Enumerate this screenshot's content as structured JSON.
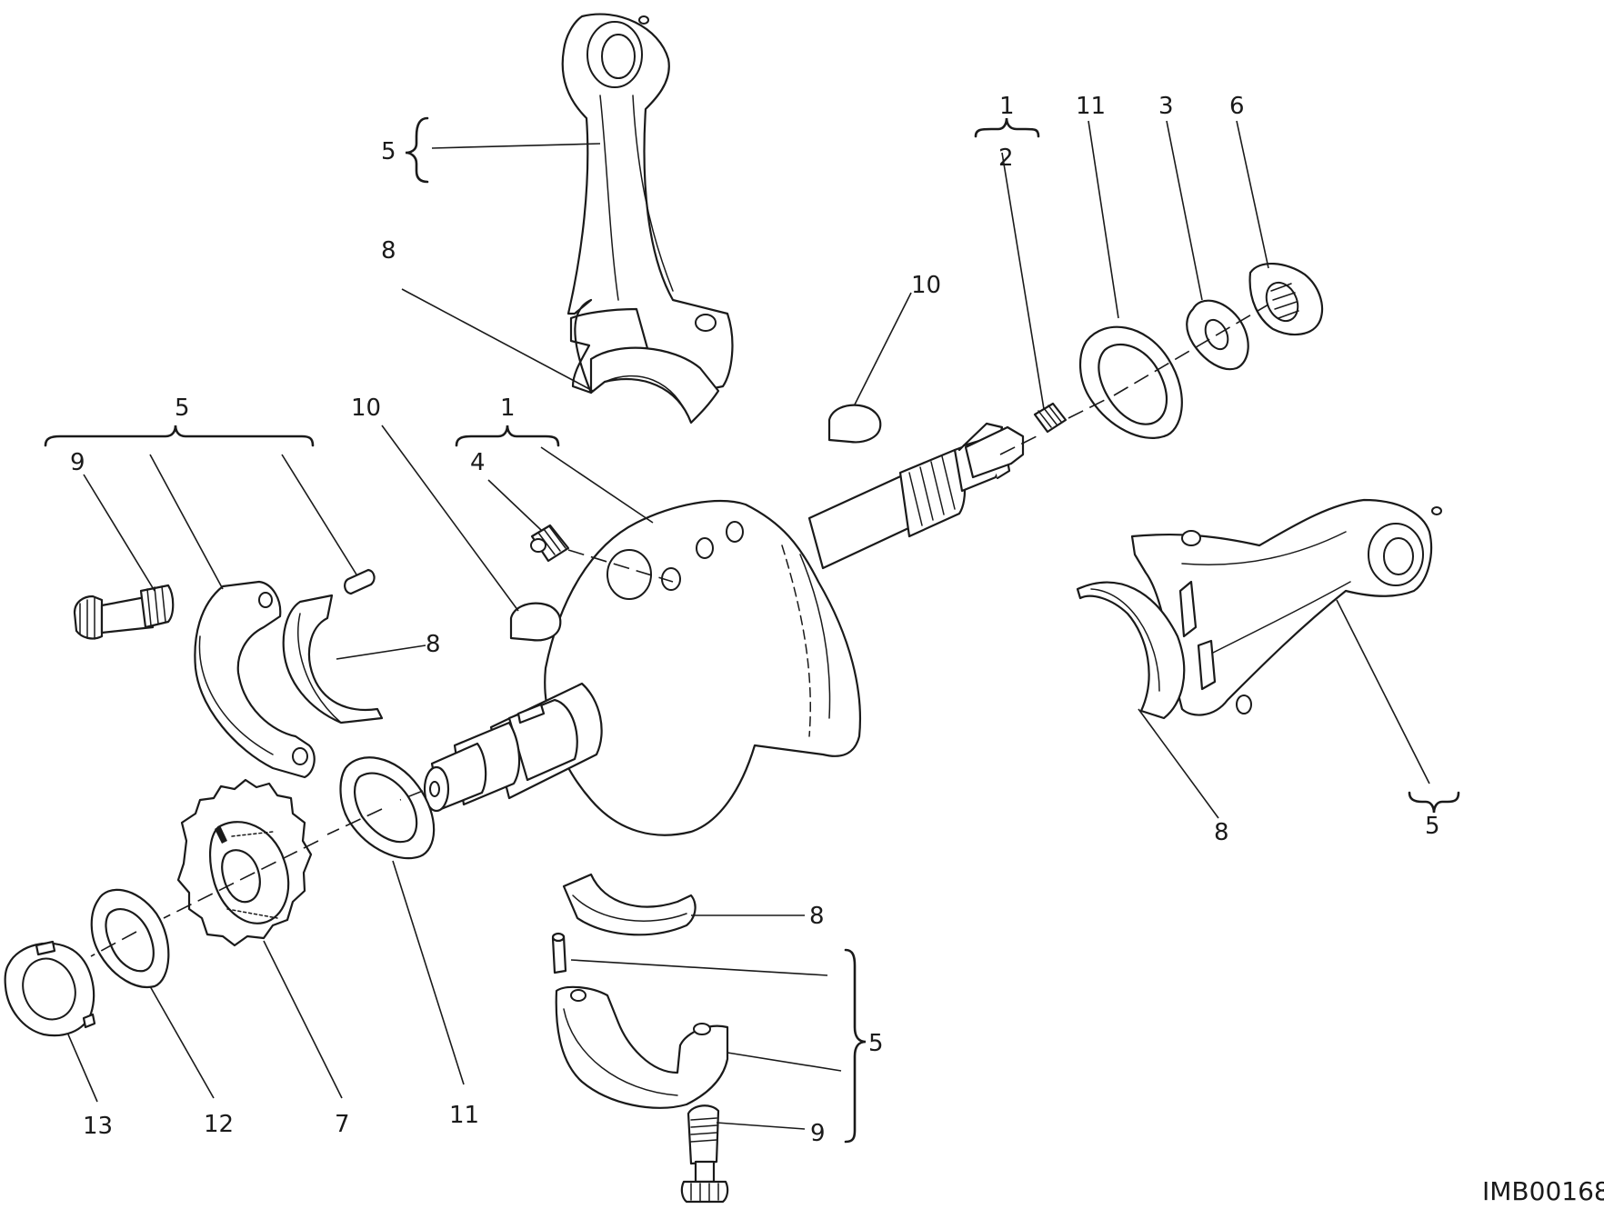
{
  "drawing_code": "IMB00168",
  "callouts": {
    "conrod_top_5": "5",
    "conrod_top_8": "8",
    "key_right_10": "10",
    "group_right_1": "1",
    "plug_right_2": "2",
    "washer_right_11": "11",
    "washer_right_3": "3",
    "nut_right_6": "6",
    "group_left_5": "5",
    "bolt_left_9": "9",
    "key_left_10": "10",
    "group_mid_1": "1",
    "plug_mid_4": "4",
    "shell_left_8": "8",
    "shell_right_8": "8",
    "conrod_right_5": "5",
    "shell_bottom_8": "8",
    "group_bottom_5": "5",
    "bolt_bottom_9": "9",
    "nut_13": "13",
    "washer_12": "12",
    "gear_7": "7",
    "washer_left_11": "11"
  }
}
